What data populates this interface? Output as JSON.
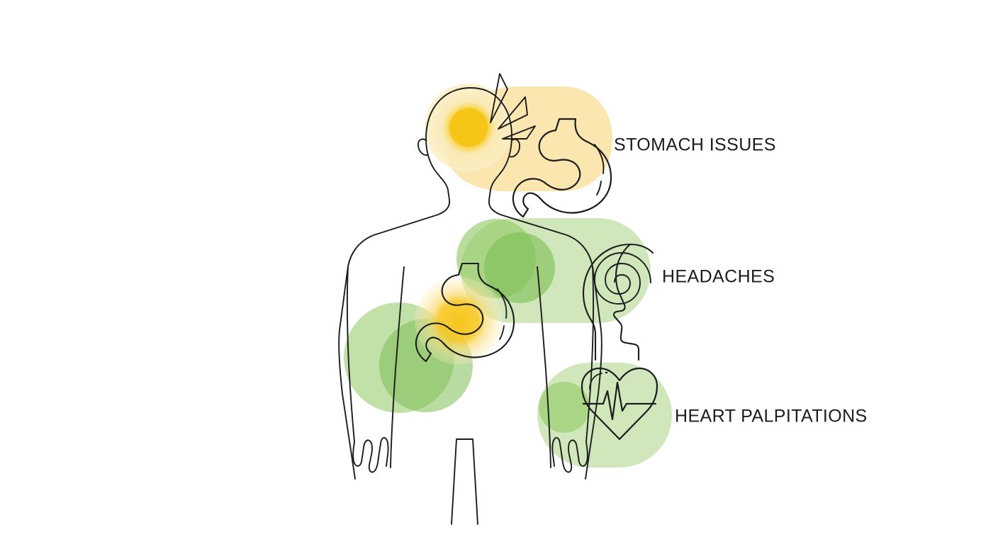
{
  "illustration": {
    "title": "Stress symptoms body diagram",
    "figure": "human-body-outline-front-view",
    "background_color": "#ffffff",
    "line_color": "#1c1c1c"
  },
  "palette": {
    "yellow_core": "#F6C517",
    "yellow_mid": "#F8CE3C",
    "yellow_halo": "#FAE9B4",
    "yellow_pill": "#FAE6AE",
    "green_dark": "#7DBE55",
    "green_mid": "#8FC862",
    "green_light": "#A9D586",
    "green_pill": "#CFE7BB",
    "text": "#1c1c1c"
  },
  "symptoms": [
    {
      "id": "stomach-issues",
      "label": "STOMACH ISSUES",
      "icon": "stomach-icon",
      "accent": "#FAE6AE",
      "marker_color": "#F6C517",
      "body_region": "head"
    },
    {
      "id": "headaches",
      "label": "HEADACHES",
      "icon": "head-brain-spiral-icon",
      "accent": "#CFE7BB",
      "marker_color": "#8FC862",
      "body_region": "chest"
    },
    {
      "id": "heart-palpitations",
      "label": "HEART PALPITATIONS",
      "icon": "heart-pulse-icon",
      "accent": "#CFE7BB",
      "marker_color": "#8FC862",
      "body_region": "lower-abdomen"
    }
  ],
  "body_markers": [
    {
      "name": "head-pain-marker",
      "color": "#F6C517",
      "region": "head"
    },
    {
      "name": "chest-marker",
      "color": "#8FC862",
      "region": "chest"
    },
    {
      "name": "abdomen-pain-marker",
      "color": "#F6C517",
      "region": "abdomen"
    },
    {
      "name": "abdomen-marker-left",
      "color": "#8FC862",
      "region": "left-abdomen"
    }
  ],
  "body_organs": [
    {
      "name": "stomach-organ-outline",
      "region": "abdomen"
    }
  ],
  "pain_burst": {
    "name": "pain-burst-rays",
    "count": 3,
    "region": "head-upper-right"
  }
}
